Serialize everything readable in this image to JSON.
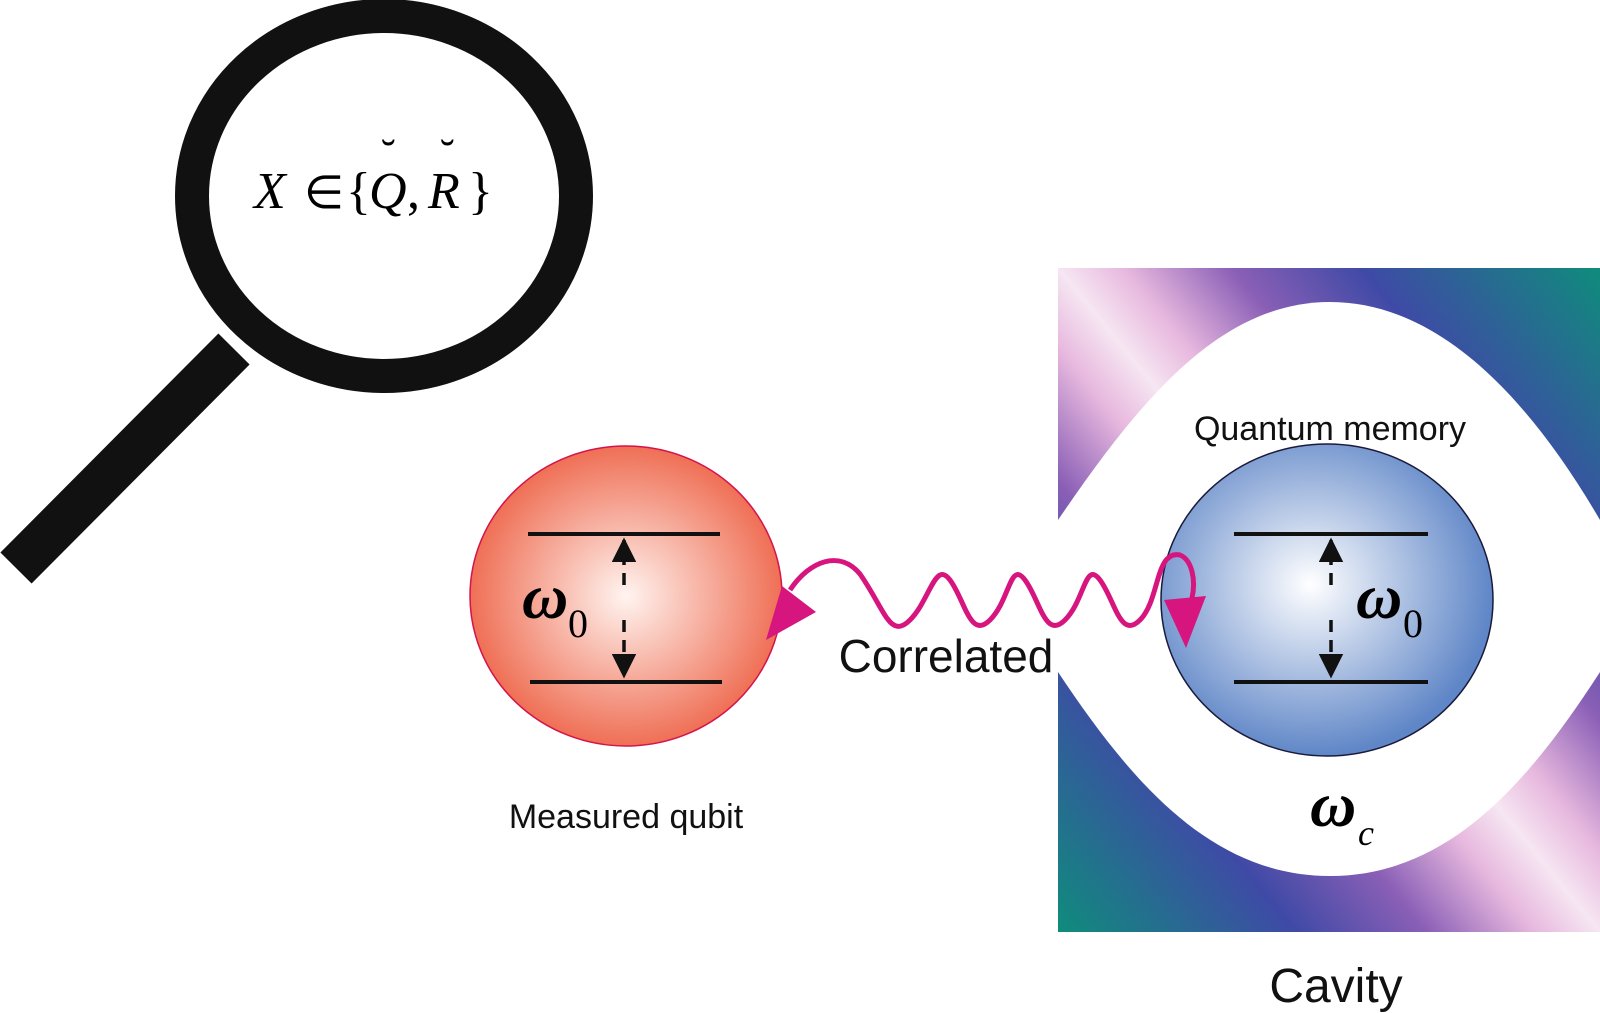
{
  "magnifier": {
    "formula": {
      "var": "X",
      "op": "∈",
      "open": "{",
      "q": "Q",
      "comma": ",",
      "r": "R",
      "close": "}",
      "breve": "˘"
    }
  },
  "qubit": {
    "label": "Measured qubit",
    "omega": "ω",
    "sub": "0",
    "color_edge": "#ef6f55",
    "color_center": "#fff4f0"
  },
  "memory": {
    "label": "Quantum memory",
    "omega": "ω",
    "sub": "0",
    "color_edge": "#5f86c7",
    "color_center": "#ffffff"
  },
  "link": {
    "label": "Correlated",
    "color": "#d6157f"
  },
  "cavity": {
    "label": "Cavity",
    "omega": "ω",
    "sub": "c"
  }
}
